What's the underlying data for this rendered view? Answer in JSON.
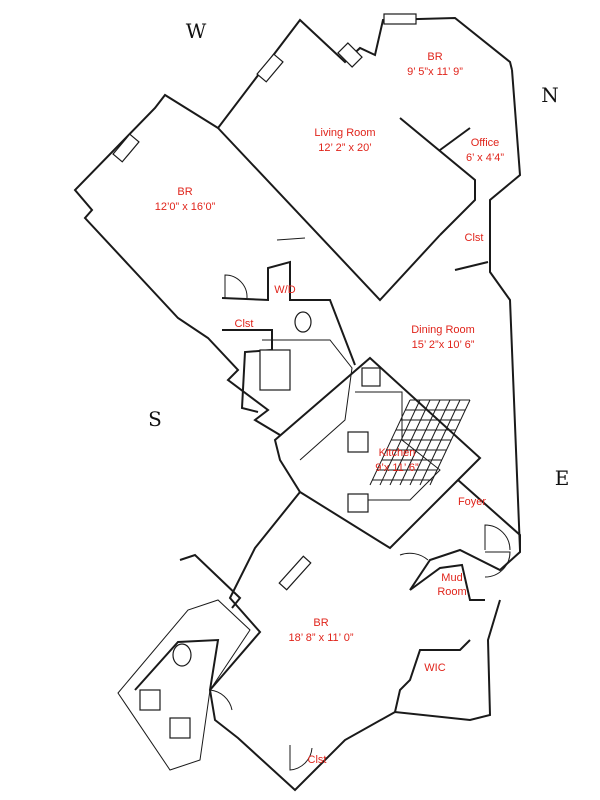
{
  "compass": {
    "west": "W",
    "north": "N",
    "south": "S",
    "east": "E"
  },
  "colors": {
    "label": "#e0241b",
    "wall": "#1a1a1a",
    "background": "#ffffff"
  },
  "rooms": {
    "br_north": {
      "name": "BR",
      "dims": "9’ 5”x 11’ 9”"
    },
    "living": {
      "name": "Living Room",
      "dims": "12’ 2” x 20’"
    },
    "office": {
      "name": "Office",
      "dims": "6’ x 4’4”"
    },
    "br_west": {
      "name": "BR",
      "dims": "12’0” x 16’0”"
    },
    "clst_north": {
      "name": "Clst"
    },
    "wd": {
      "name": "W/D"
    },
    "clst_bath": {
      "name": "Clst"
    },
    "dining": {
      "name": "Dining Room",
      "dims": "15’ 2”x 10’ 6”"
    },
    "kitchen": {
      "name": "Kitchen",
      "dims": "9’x 11’ 6”"
    },
    "foyer": {
      "name": "Foyer"
    },
    "mud": {
      "name": "Mud",
      "name2": "Room"
    },
    "br_south": {
      "name": "BR",
      "dims": "18’ 8” x 11’ 0”"
    },
    "wic": {
      "name": "WIC"
    },
    "clst_south": {
      "name": "Clst"
    }
  }
}
